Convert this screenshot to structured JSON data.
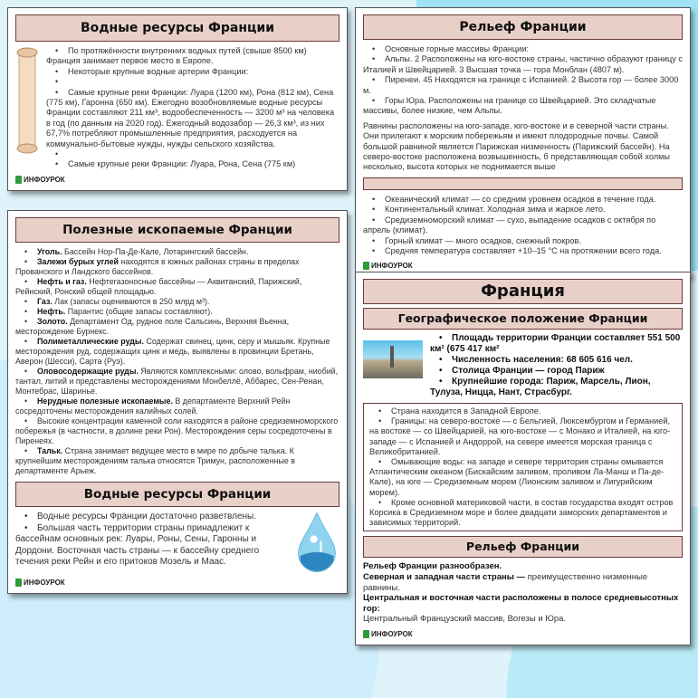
{
  "page_water_top": {
    "title": "Водные ресурсы Франции",
    "items": [
      "По протяжённости внутренних водных путей (свыше 8500 км) Франция занимает первое место в Европе.",
      "Некоторые крупные водные артерии Франции:",
      "",
      "Самые крупные реки Франции: Луара (1200 км), Рона (812 км), Сена (775 км), Гаронна (650 км). Ежегодно возобновляемые водные ресурсы Франции составляют 211 км³, водообеспеченность — 3200 м³ на человека в год (по данным на 2020 год). Ежегодный водозабор — 26,3 км³, из них 67,7% потребляют промышленные предприятия, расходуется на коммунально-бытовые нужды, нужды сельского хозяйства.",
      "",
      "Самые крупные реки Франции: Луара, Рона, Сена (775 км)"
    ],
    "logo": "ИНФОУРОК"
  },
  "page_minerals": {
    "title": "Полезные ископаемые Франции",
    "items": [
      {
        "bold": "Уголь.",
        "text": " Бассейн Нор-Па-Де-Кале, Лотарингский бассейн."
      },
      {
        "bold": "Залежи бурых углей",
        "text": " находятся в южных районах страны в пределах Прованского и Ландского бассейнов."
      },
      {
        "bold": "Нефть и газ.",
        "text": " Нефтегазоносные бассейны — Аквитанский, Парижский, Рейнский, Ронский общей площадью."
      },
      {
        "bold": "Газ.",
        "text": " Лак (запасы оцениваются в 250 млрд м³)."
      },
      {
        "bold": "Нефть.",
        "text": " Парантис (общие запасы составляют)."
      },
      {
        "bold": "Золото.",
        "text": " Департамент Од, рудное поле Сальсинь, Верхняя Вьенна, месторождение Бурнекс."
      },
      {
        "bold": "Полиметаллические руды.",
        "text": " Содержат свинец, цинк, серу и мышьяк. Крупные месторождения руд, содержащих цинк и медь, выявлены в провинции Бретань, Аверон (Шесси), Сарта (Руэ)."
      },
      {
        "bold": "Оловосодержащие руды.",
        "text": " Являются комплексными: олово, вольфрам, ниобий, тантал, литий и представлены месторождениями Монбеллё, Аббарес, Сен-Ренан, Монтебрас, Шаринье."
      },
      {
        "bold": "Нерудные полезные ископаемые.",
        "text": " В департаменте Верхний Рейн сосредоточены месторождения калийных солей."
      },
      {
        "bold": "",
        "text": "Высокие концентрации каменной соли находятся в районе средиземноморского побережья (в частности, в долине реки Рон). Месторождения серы сосредоточены в Пиренеях."
      },
      {
        "bold": "Тальк.",
        "text": " Страна занимает ведущее место в мире по добыче талька. К крупнейшим месторождениям талька относятся Тримун, расположенные в департаменте Арьеж."
      }
    ],
    "water_title": "Водные ресурсы Франции",
    "water_items": [
      "Водные ресурсы Франции достаточно разветвлены.",
      "Большая часть территории страны принадлежит к бассейнам основных рек: Луары, Роны, Сены, Гаронны и Дордони. Восточная часть страны — к бассейну среднего течения реки Рейн и его притоков Мозель и Маас."
    ],
    "logo": "ИНФОУРОК"
  },
  "page_relief_top": {
    "title": "Рельеф Франции",
    "items": [
      "Основные горные массивы Франции:",
      "Альпы. 2 Расположены на юго-востоке страны, частично образуют границу с Италией и Швейцарией. 3 Высшая точка — гора Монблан (4807 м).",
      "Пиренеи. 45 Находятся на границе с Испанией. 2 Высота гор — более 3000 м.",
      "Горы Юра. Расположены на границе со Швейцарией. Это складчатые массивы, более низкие, чем Альпы."
    ],
    "plains": "Равнины расположены на юго-западе, юго-востоке и в северной части страны. Они прилегают к морским побережьям и имеют плодородные почвы. Самой большой равниной является Парижская низменность (Парижский бассейн). На северо-востоке расположена возвышенность, б представляющая собой холмы несколько, высота которых не поднимается выше",
    "climate_items": [
      "Океанический климат — со средним уровнем осадков в течение года.",
      "Континентальный климат. Холодная зима и жаркое лето.",
      "Средиземноморский климат — сухо, выпадение осадков с октября по апрель (климат).",
      "Горный климат — много осадков, снежный покров.",
      "Средняя температура составляет +10–15 °С на протяжении всего года."
    ],
    "logo": "ИНФОУРОК"
  },
  "page_france": {
    "title": "Франция",
    "geo_title": "Географическое положение Франции",
    "facts": [
      "Площадь территории Франции составляет 551 500 км² (675 417 км²",
      "Численность населения: 68 605 616 чел.",
      "Столица Франции — город Париж",
      "Крупнейшие города: Париж, Марсель, Лион, Тулуза, Ницца, Нант, Страсбург."
    ],
    "box_items": [
      "Страна находится в Западной Европе.",
      "Границы: на северо-востоке — с Бельгией, Люксембургом и Германией, на востоке — со Швейцарией, на юго-востоке — с Монако и Италией, на юго-западе — с Испанией и Андоррой, на севере имеется морская граница с Великобританией.",
      "Омывающие воды: на западе и севере территория страны омывается Атлантическим океаном (Бискайским заливом, проливом Ла-Манш и Па-де-Кале), на юге — Средиземным морем (Лионским заливом и Лигурийским морем).",
      "Кроме основной материковой части, в состав государства входят остров Корсика в Средиземном море и более двадцати заморских департаментов и зависимых территорий."
    ],
    "relief_title": "Рельеф Франции",
    "relief_lines": [
      {
        "bold": "Рельеф Франции разнообразен.",
        "text": ""
      },
      {
        "bold": "Северная и западная части страны —",
        "text": " преимущественно низменные равнины."
      },
      {
        "bold": "Центральная и восточная части расположены в полосе средневысотных гор:",
        "text": ""
      },
      {
        "bold": "",
        "text": "Центральный Французский массив, Вогезы и Юра."
      }
    ],
    "logo": "ИНФОУРОК"
  },
  "colors": {
    "header_fill": "#e8d0c8",
    "header_border": "#6b3a3a",
    "logo_green": "#2e9b3a"
  }
}
